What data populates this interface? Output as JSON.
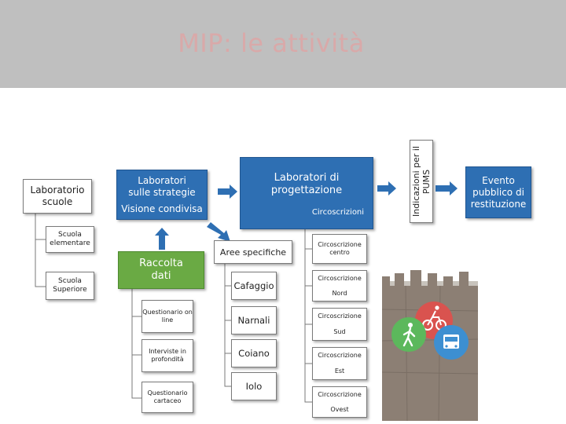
{
  "title": "MIP: le attività",
  "boxes": {
    "lab_scuole": "Laboratorio scuole",
    "scuola_elementare": "Scuola elementare",
    "scuola_superiore": "Scuola Superiore",
    "lab_strategie_title": "Laboratori sulle strategie",
    "lab_strategie_sub": "Visione condivisa",
    "raccolta_dati": "Raccolta dati",
    "questionario_online": "Questionario on line",
    "interviste": "Interviste in profondità",
    "questionario_cartaceo": "Questionario cartaceo",
    "lab_progettazione_title": "Laboratori di progettazione",
    "lab_progettazione_sub": "Circoscrizioni",
    "aree_specifiche": "Aree specifiche",
    "cafaggio": "Cafaggio",
    "narnali": "Narnali",
    "coiano": "Coiano",
    "iolo": "Iolo",
    "circ_centro": "Circoscrizione centro",
    "circ_nord_a": "Circoscrizione",
    "circ_nord_b": "Nord",
    "circ_sud_a": "Circoscrizione",
    "circ_sud_b": "Sud",
    "circ_est_a": "Circoscrizione",
    "circ_est_b": "Est",
    "circ_ovest_a": "Circoscrizione",
    "circ_ovest_b": "Ovest",
    "indicazioni": "Indicazioni per il PUMS",
    "evento": "Evento pubblico di restituzione"
  },
  "colors": {
    "blue": "#2e6fb3",
    "green": "#6aaa44",
    "header": "#bfbfbf",
    "title": "#d9a9a9"
  },
  "icons": [
    "cyclist-icon",
    "pedestrian-icon",
    "bus-icon"
  ]
}
